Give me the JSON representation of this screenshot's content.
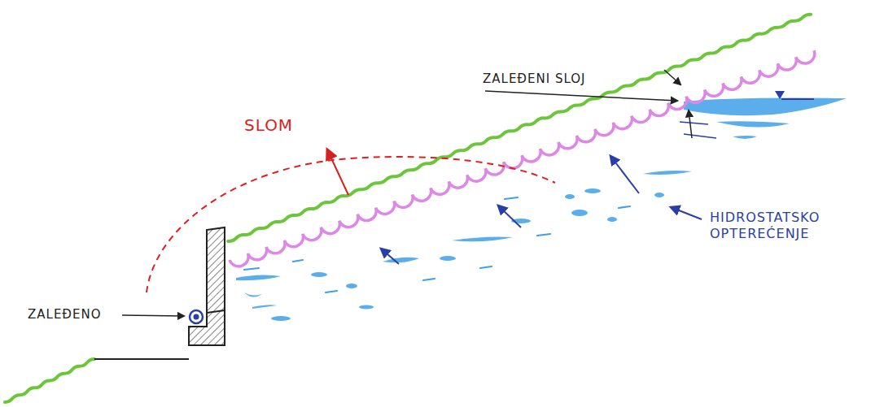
{
  "diagram": {
    "labels": [
      "SLOM",
      "ZALEĐENI SLOJ",
      "ZALEĐENO",
      "HIDROSTATSKO OPTEREĆENJE"
    ]
  }
}
